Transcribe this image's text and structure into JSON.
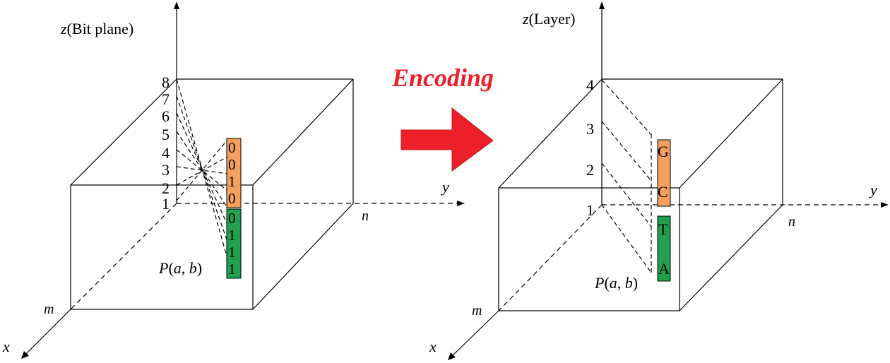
{
  "left": {
    "z_axis_var": "z",
    "z_axis_label": "(Bit plane)",
    "y_axis_label": "y",
    "x_axis_label": "x",
    "n_label": "n",
    "m_label": "m",
    "ticks": [
      "1",
      "2",
      "3",
      "4",
      "5",
      "6",
      "7",
      "8"
    ],
    "pixel_label": {
      "p": "P",
      "open": "(",
      "a": "a",
      "comma": ", ",
      "b": "b",
      "close": ")"
    },
    "upper_bits": [
      "0",
      "0",
      "1",
      "0"
    ],
    "lower_bits": [
      "0",
      "1",
      "1",
      "1"
    ]
  },
  "right": {
    "z_axis_var": "z",
    "z_axis_label": "(Layer)",
    "y_axis_label": "y",
    "x_axis_label": "x",
    "n_label": "n",
    "m_label": "m",
    "ticks": [
      "1",
      "2",
      "3",
      "4"
    ],
    "pixel_label": {
      "p": "P",
      "open": "(",
      "a": "a",
      "comma": ", ",
      "b": "b",
      "close": ")"
    },
    "upper_bases": [
      "G",
      "C"
    ],
    "lower_bases": [
      "T",
      "A"
    ]
  },
  "arrow_label": "Encoding",
  "colors": {
    "orange": "#f4a060",
    "green": "#21a04e",
    "arrow": "#ec2028",
    "line": "#000000"
  },
  "icons": {
    "transition": "arrow-right-icon"
  }
}
